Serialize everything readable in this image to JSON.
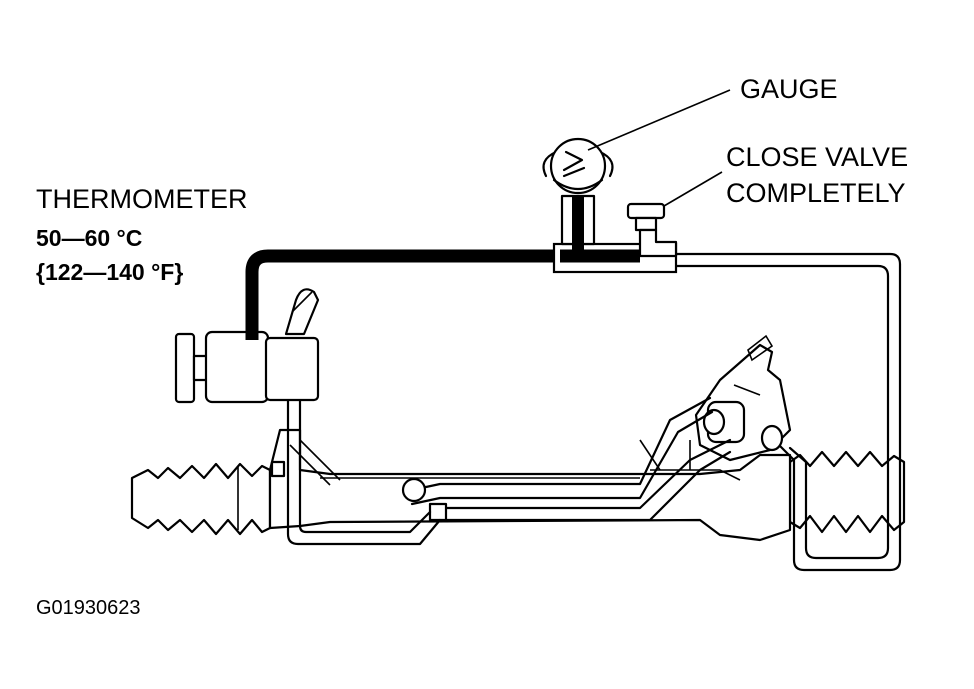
{
  "labels": {
    "gauge": "GAUGE",
    "close_valve_line1": "CLOSE VALVE",
    "close_valve_line2": "COMPLETELY",
    "thermometer": "THERMOMETER",
    "temp_c": "50—60 °C",
    "temp_f": "{122—140 °F}",
    "figure_code": "G01930623"
  },
  "colors": {
    "ink": "#000000",
    "background": "#ffffff"
  }
}
